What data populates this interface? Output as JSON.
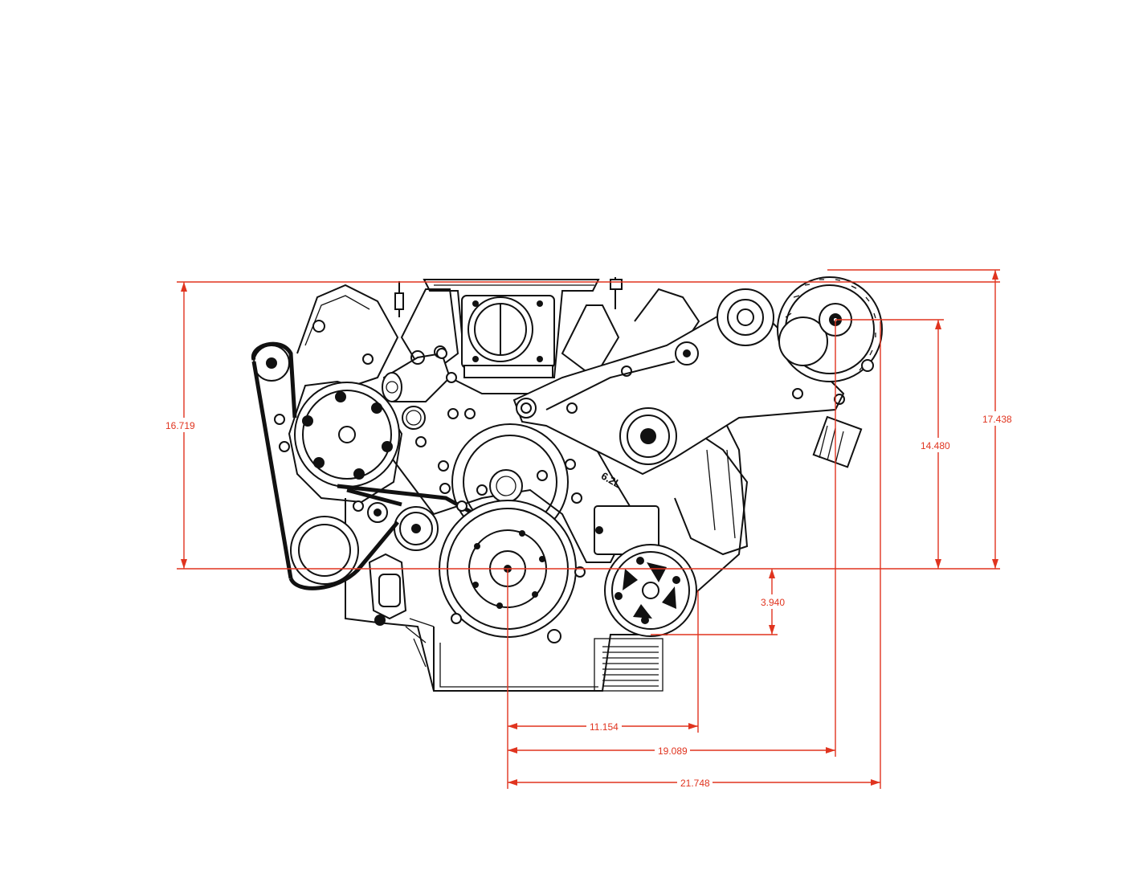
{
  "engine_label": "6.2L",
  "dimensions": {
    "overall_height_left": "16.719",
    "overall_height_right": "17.438",
    "alternator_height": "14.480",
    "power_steering_drop": "3.940",
    "power_steering_offset": "11.154",
    "alternator_offset": "19.089",
    "overall_width_right": "21.748"
  },
  "colors": {
    "dimension_lines": "#e0341f",
    "linework": "#111111",
    "background": "#ffffff"
  }
}
